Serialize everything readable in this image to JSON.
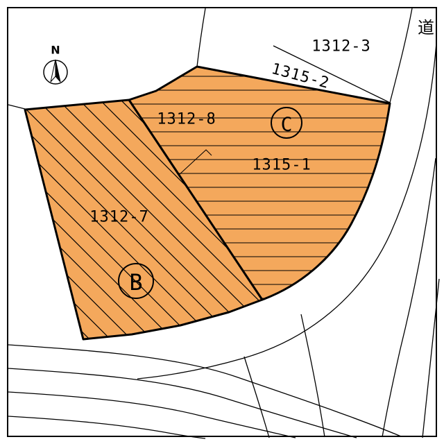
{
  "compass": {
    "north_label": "N"
  },
  "road_label": "道",
  "parcels": {
    "b": {
      "circle_label": "B",
      "lot": "1312-7"
    },
    "c": {
      "circle_label": "C",
      "lot_main": "1315-1",
      "lot_upper": "1312-8"
    }
  },
  "adjacent_lots": {
    "lot_top": "1312-3",
    "lot_strip": "1315-2"
  },
  "colors": {
    "parcel_fill": "#F4A85C",
    "outline": "#000000",
    "background": "#FFFFFF"
  }
}
